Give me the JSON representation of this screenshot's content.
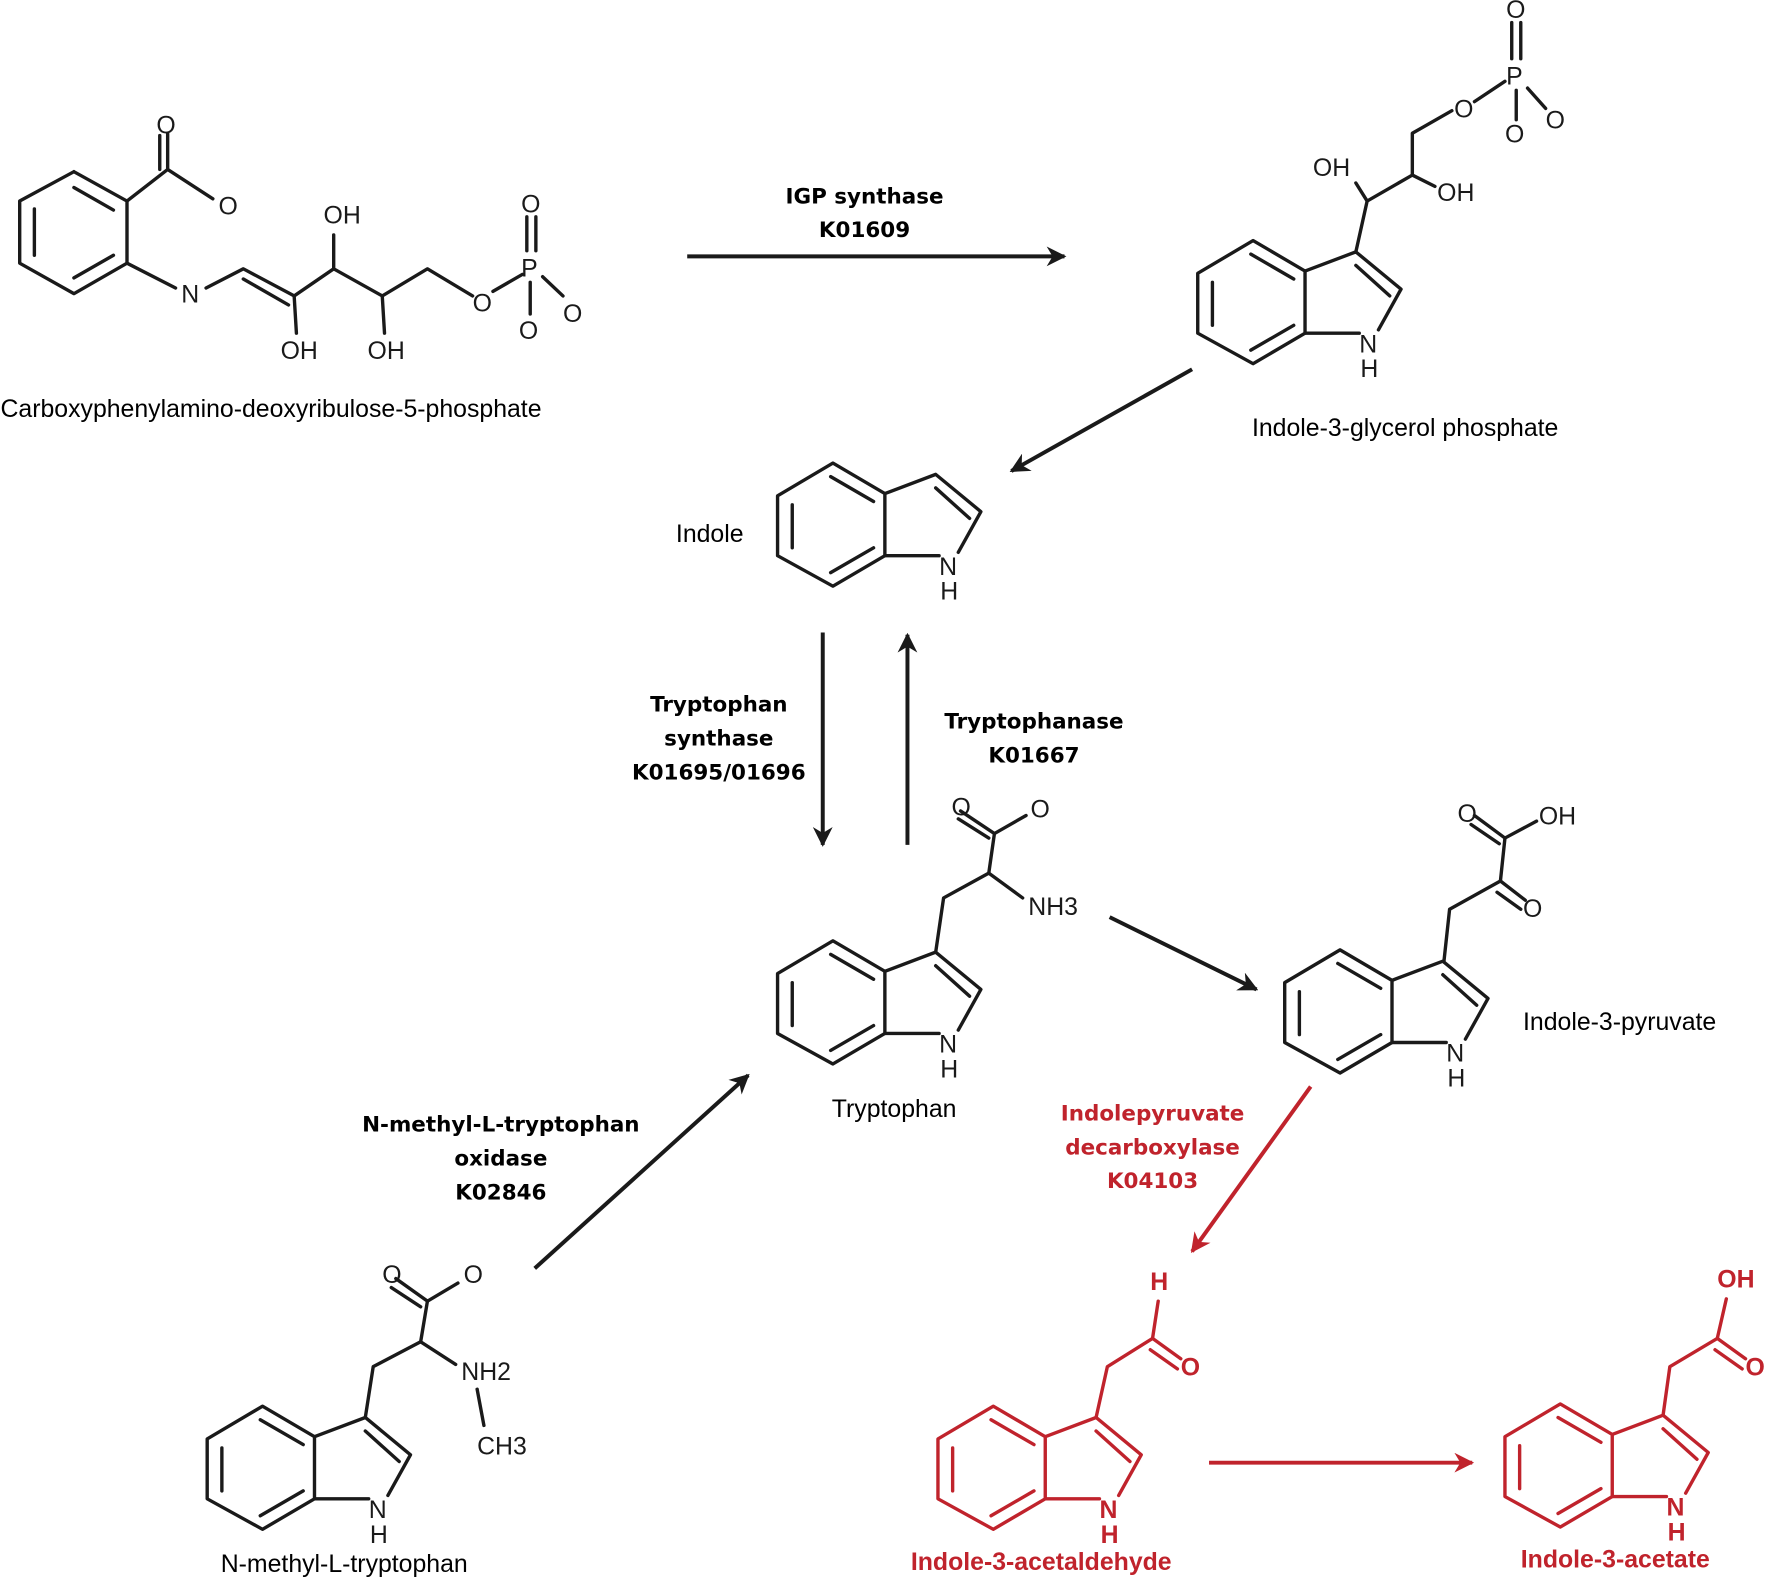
{
  "colors": {
    "black": "#1a1a1a",
    "red": "#c0232c"
  },
  "compounds": {
    "cdrp": "Carboxyphenylamino-deoxyribulose-5-phosphate",
    "igp": "Indole-3-glycerol phosphate",
    "indole": "Indole",
    "tryptophan": "Tryptophan",
    "ipyr": "Indole-3-pyruvate",
    "nmt": "N-methyl-L-tryptophan",
    "iald": "Indole-3-acetaldehyde",
    "iaa": "Indole-3-acetate"
  },
  "enzymes": {
    "igps": [
      "IGP synthase",
      "K01609"
    ],
    "trps": [
      "Tryptophan",
      "synthase",
      "K01695/01696"
    ],
    "tnase": [
      "Tryptophanase",
      "K01667"
    ],
    "nmto": [
      "N-methyl-L-tryptophan",
      "oxidase",
      "K02846"
    ],
    "ipdc": [
      "Indolepyruvate",
      "decarboxylase",
      "K04103"
    ]
  },
  "atoms": {
    "O": "O",
    "OH": "OH",
    "N": "N",
    "H": "H",
    "P": "P",
    "NH3": "NH3",
    "NH2": "NH2",
    "CH3": "CH3"
  }
}
